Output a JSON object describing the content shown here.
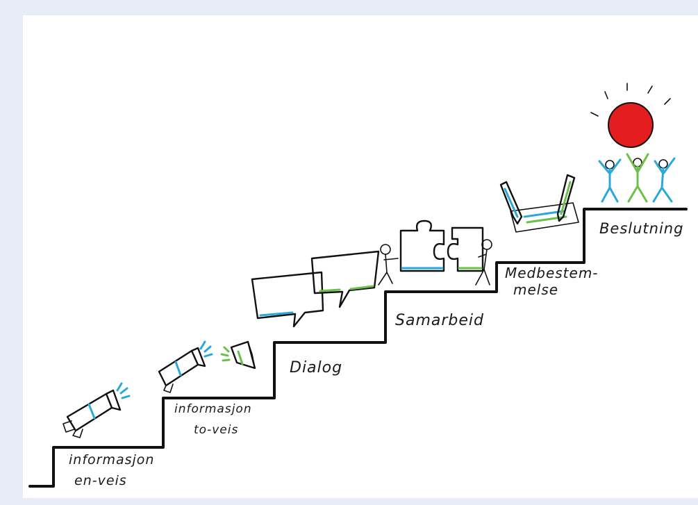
{
  "steps": [
    {
      "line1": "informasjon",
      "line2": "en-veis"
    },
    {
      "line1": "informasjon",
      "line2": "to-veis"
    },
    {
      "line1": "Dialog"
    },
    {
      "line1": "Samarbeid"
    },
    {
      "line1": "Medbestem-",
      "line2": "melse"
    },
    {
      "line1": "Beslutning"
    }
  ],
  "colors": {
    "background": "#e8ecf6",
    "card": "#ffffff",
    "ink": "#111111",
    "accent_blue": "#2aa8d8",
    "accent_green": "#6cc04a",
    "accent_red": "#e41e1e"
  },
  "icons": [
    "megaphone-icon",
    "two-megaphones-icon",
    "speech-bubbles-icon",
    "puzzle-pieces-icon",
    "pencils-document-icon",
    "lightbulb-people-icon"
  ]
}
